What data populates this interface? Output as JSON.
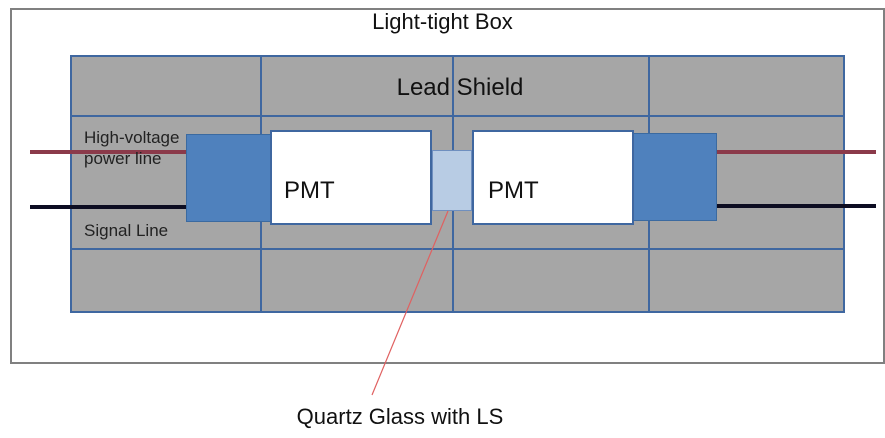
{
  "box": {
    "title": "Light-tight Box"
  },
  "shield": {
    "label": "Lead Shield"
  },
  "lines": {
    "high_voltage": "High-voltage power line",
    "high_voltage_line1": "High-voltage",
    "high_voltage_line2": "power line",
    "signal": "Signal Line"
  },
  "pmts": [
    {
      "label": "PMT"
    },
    {
      "label": "PMT"
    }
  ],
  "quartz": {
    "label": "Quartz Glass with LS"
  },
  "colors": {
    "shield_fill": "#a6a6a6",
    "grid_line": "#3f67a0",
    "cap_fill": "#4f81bd",
    "quartz_fill": "#b8cce4",
    "hv_wire": "#8b3a4a",
    "signal_wire": "#0d0d22",
    "pointer_line": "#e06060"
  }
}
